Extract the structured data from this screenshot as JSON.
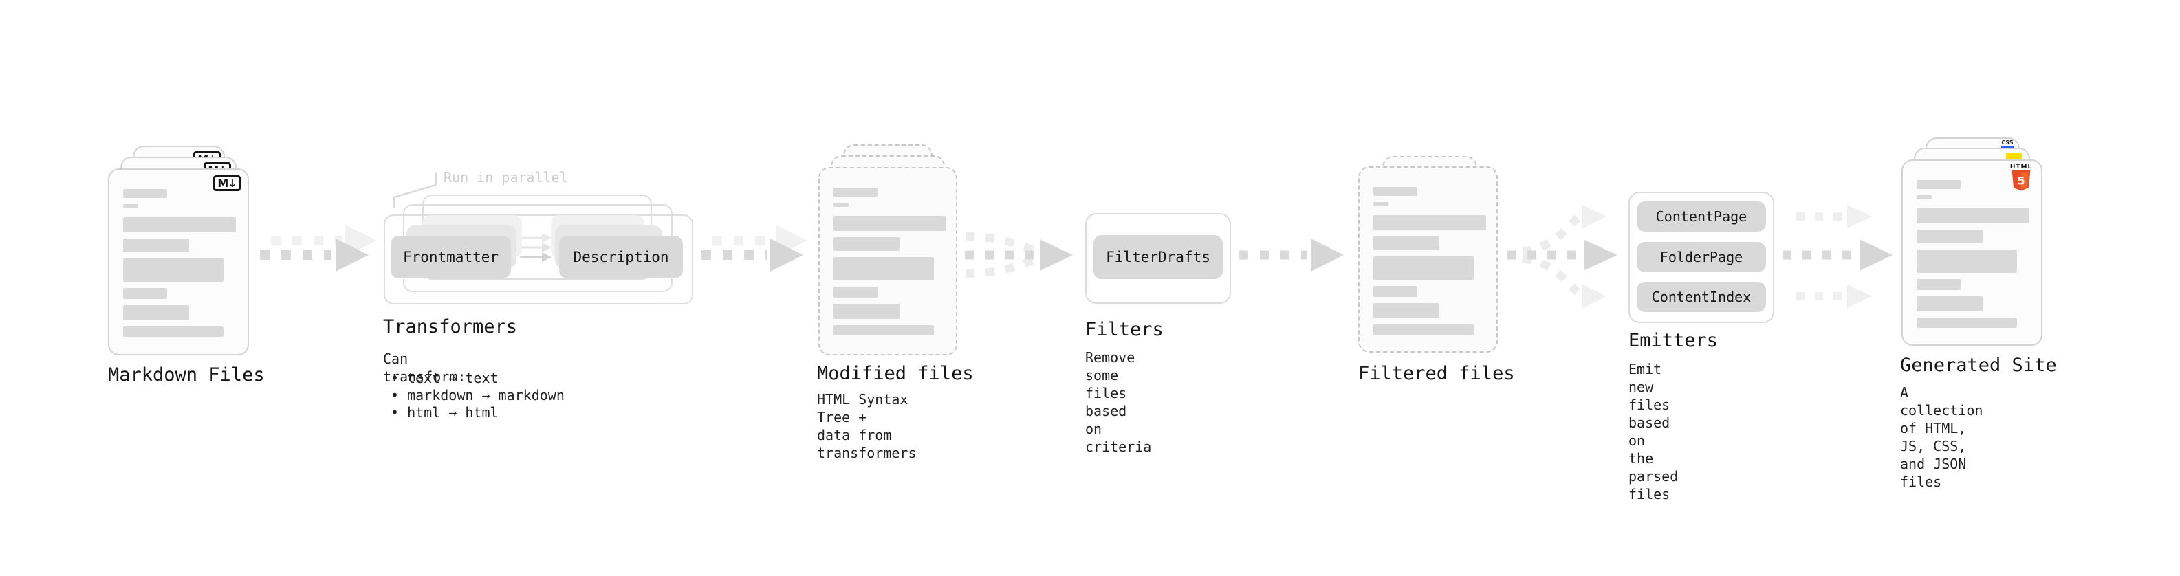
{
  "diagram": {
    "title_note": "Run in parallel",
    "nodes": {
      "markdown_files": {
        "label": "Markdown Files",
        "badge": "M↓"
      },
      "transformers": {
        "label": "Transformers",
        "note": "Run in parallel",
        "box_frontmatter": "Frontmatter",
        "box_description": "Description",
        "description_title": "Can transform:",
        "bullets": [
          "• text → text",
          "• markdown → markdown",
          "• html → html"
        ]
      },
      "modified_files": {
        "label": "Modified files",
        "sublabel": "HTML Syntax Tree +\ndata from transformers"
      },
      "filters": {
        "label": "Filters",
        "sublabel": "Remove some files based\non criteria",
        "box": "FilterDrafts"
      },
      "filtered_files": {
        "label": "Filtered files"
      },
      "emitters": {
        "label": "Emitters",
        "sublabel": "Emit new files based on\nthe parsed files",
        "boxes": [
          "ContentPage",
          "FolderPage",
          "ContentIndex"
        ]
      },
      "generated_site": {
        "label": "Generated Site",
        "sublabel": "A collection of HTML,\nJS, CSS, and JSON files",
        "css_badge": "CSS",
        "html_badge": "HTML",
        "html_shield": "5"
      }
    },
    "colors": {
      "arrow": "#d9d9d9",
      "arrow_head": "#d6d6d6",
      "arrow_ghost": "#f0f0f0",
      "curve": "#ececec",
      "bar": "#d9d9d9",
      "box": "#d9d9d9",
      "card_border": "#d4d4d4",
      "dashed_border": "#c7c7c7",
      "note_text": "#cccccc",
      "js_yellow": "#ffdd00",
      "css_blue": "#2b63f6",
      "html_orange": "#e44d26",
      "html_orange_light": "#f16529"
    }
  }
}
